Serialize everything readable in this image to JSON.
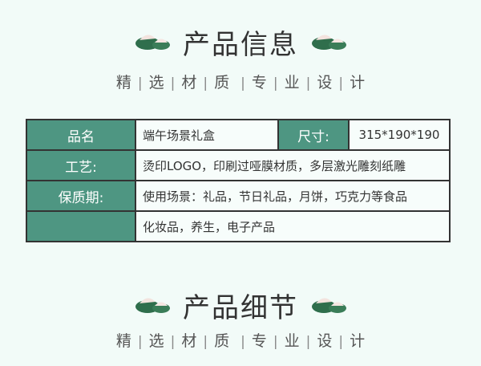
{
  "section1": {
    "title": "产品信息",
    "subtitle": [
      "精",
      "选",
      "材",
      "质",
      "专",
      "业",
      "设",
      "计"
    ]
  },
  "table": {
    "name_label": "品名",
    "name_value": "端午场景礼盒",
    "size_label": "尺寸:",
    "size_value": "315*190*190",
    "craft_label": "工艺:",
    "craft_value": "烫印LOGO，印刷过哑膜材质，多层激光雕刻纸雕",
    "shelf_label": "保质期:",
    "usage_value": "使用场景：礼品，节日礼品，月饼，巧克力等食品",
    "usage_value2": "化妆品，养生，电子产品"
  },
  "section2": {
    "title": "产品细节",
    "subtitle": [
      "精",
      "选",
      "材",
      "质",
      "专",
      "业",
      "设",
      "计"
    ]
  },
  "colors": {
    "accent": "#4e9682",
    "mountain": "#2f6e4c"
  }
}
